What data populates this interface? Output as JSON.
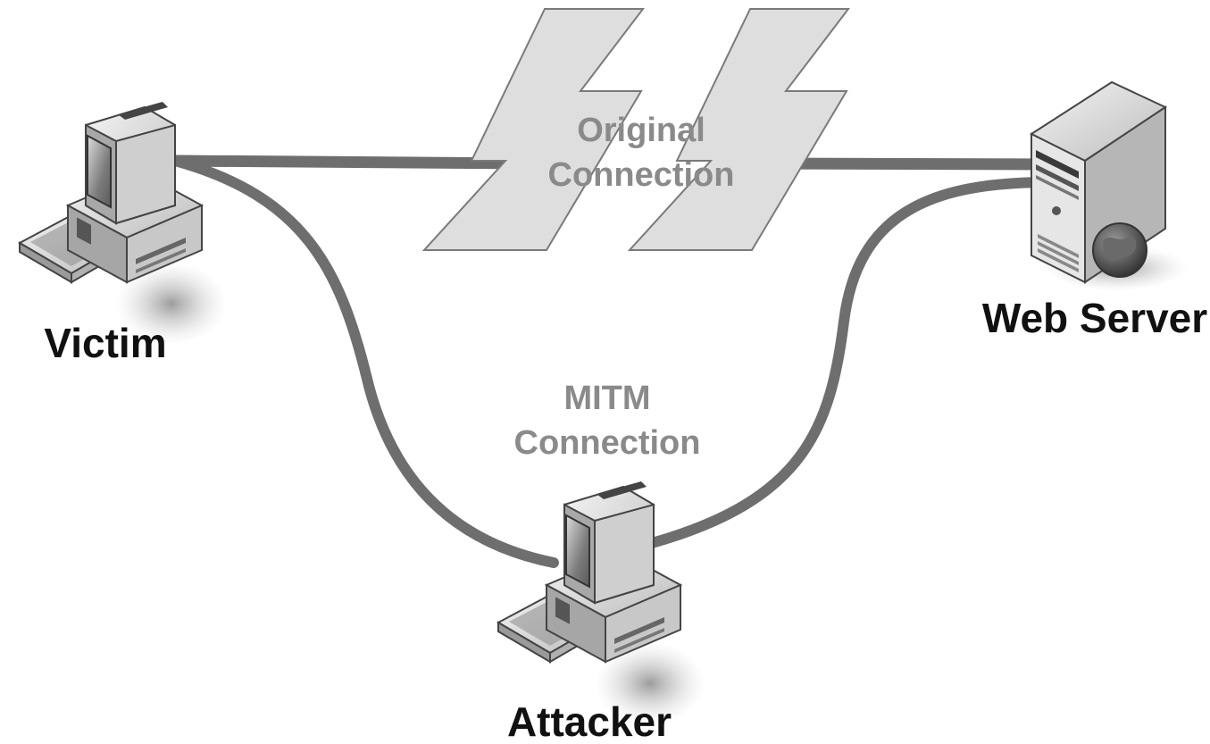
{
  "nodes": {
    "victim": {
      "label": "Victim"
    },
    "web_server": {
      "label": "Web Server"
    },
    "attacker": {
      "label": "Attacker"
    }
  },
  "connections": {
    "original": {
      "line1": "Original",
      "line2": "Connection"
    },
    "mitm": {
      "line1": "MITM",
      "line2": "Connection"
    }
  },
  "colors": {
    "link_line": "#6e6e6e",
    "break_fill": "#dedede",
    "label_gray": "#8a8a8a",
    "label_dark": "#111111"
  }
}
